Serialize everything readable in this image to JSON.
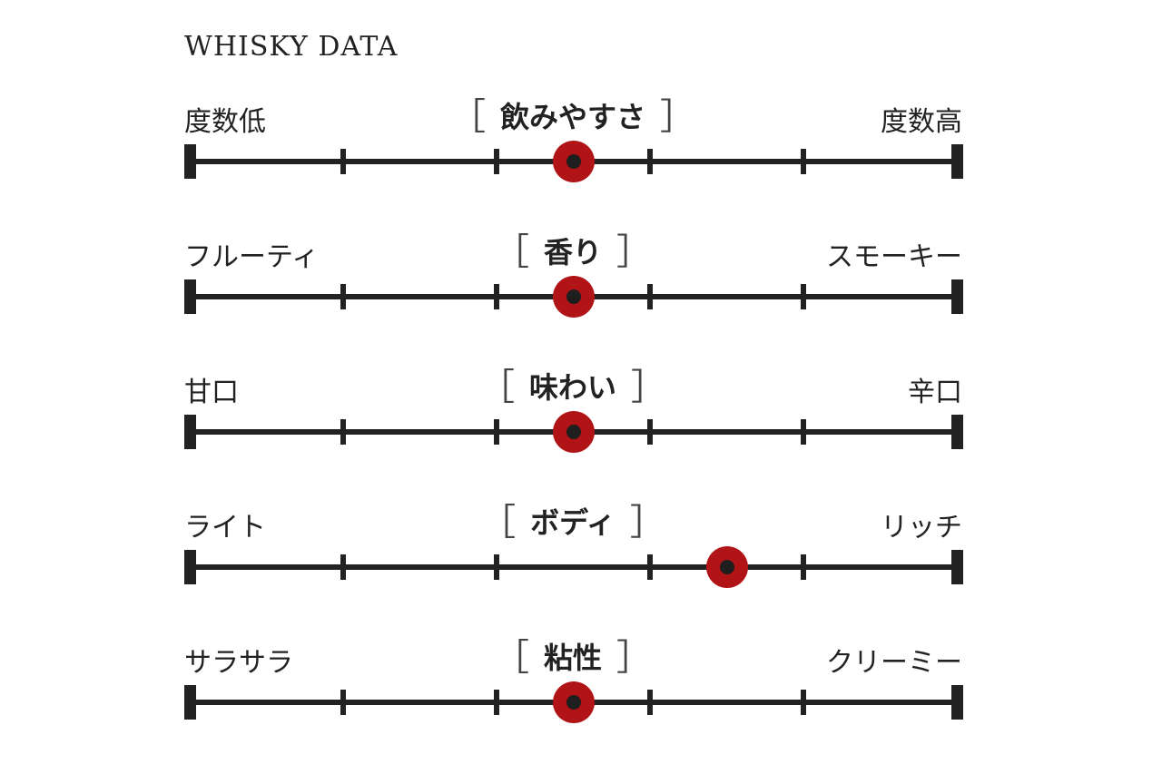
{
  "title": "WHISKY DATA",
  "chart_data": {
    "type": "scatter",
    "title": "WHISKY DATA",
    "scale_min": 0,
    "scale_max": 5,
    "ticks": [
      0,
      1,
      2,
      3,
      4,
      5
    ],
    "bracket_open": "［",
    "bracket_close": "］",
    "marker_color": "#b01416",
    "rows": [
      {
        "category": "飲みやすさ",
        "left": "度数低",
        "right": "度数高",
        "value": 2.5
      },
      {
        "category": "香り",
        "left": "フルーティ",
        "right": "スモーキー",
        "value": 2.5
      },
      {
        "category": "味わい",
        "left": "甘口",
        "right": "辛口",
        "value": 2.5
      },
      {
        "category": "ボディ",
        "left": "ライト",
        "right": "リッチ",
        "value": 3.5
      },
      {
        "category": "粘性",
        "left": "サラサラ",
        "right": "クリーミー",
        "value": 2.5
      }
    ]
  }
}
